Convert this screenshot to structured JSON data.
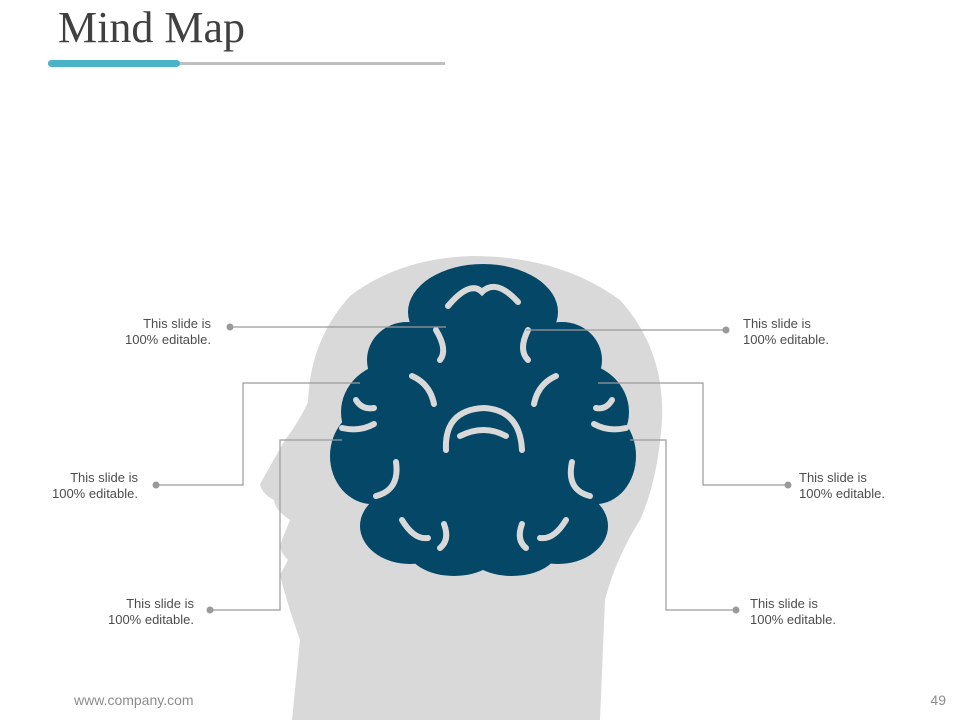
{
  "slide": {
    "title": "Mind Map",
    "footer_url": "www.company.com",
    "page_number": "49"
  },
  "colors": {
    "accent": "#4ab3c8",
    "brain": "#044766",
    "head": "#d9d9d9",
    "connector": "#9a9a9a"
  },
  "icons": {
    "head": "human-head-silhouette-icon",
    "brain": "brain-icon"
  },
  "labels": [
    {
      "line1": "This slide is",
      "line2": "100% editable."
    },
    {
      "line1": "This slide is",
      "line2": "100% editable."
    },
    {
      "line1": "This slide is",
      "line2": "100% editable."
    },
    {
      "line1": "This slide is",
      "line2": "100% editable."
    },
    {
      "line1": "This slide is",
      "line2": "100% editable."
    },
    {
      "line1": "This slide is",
      "line2": "100% editable."
    }
  ]
}
